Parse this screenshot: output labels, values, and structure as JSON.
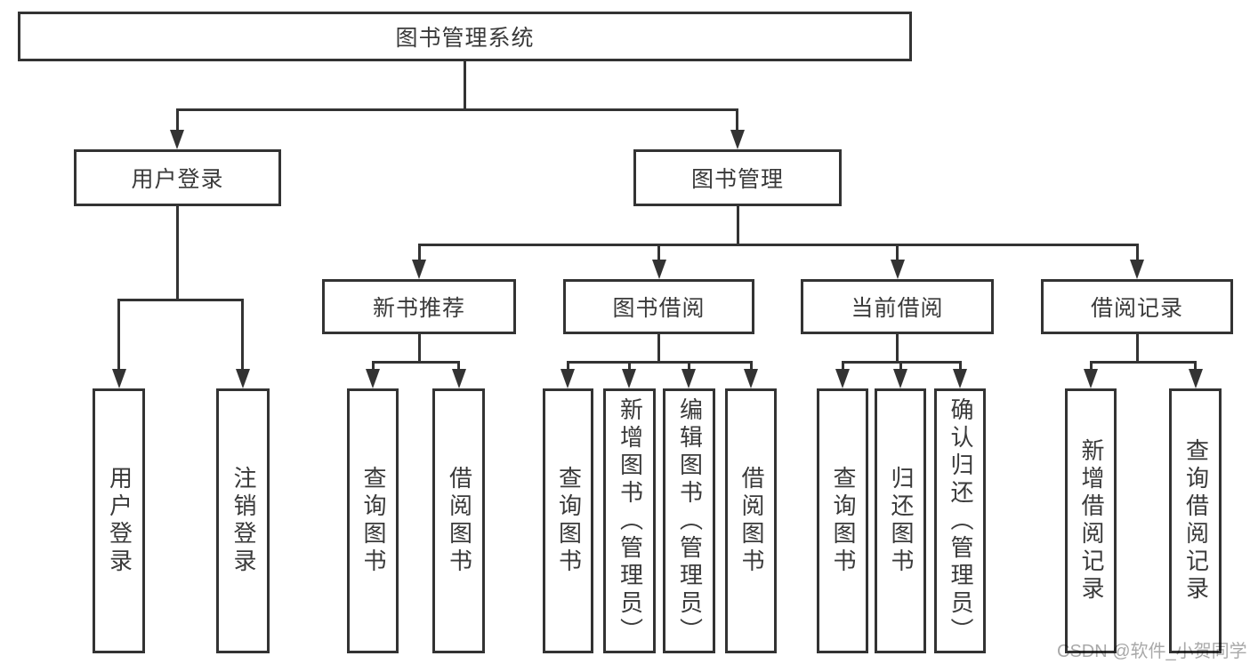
{
  "colors": {
    "line": "#333333",
    "border": "#333333",
    "text": "#3a3a3a",
    "watermark": "#a9a9a9",
    "background": "#ffffff"
  },
  "tree": {
    "root": {
      "label": "图书管理系统"
    },
    "branches": [
      {
        "label": "用户登录",
        "children": [
          {
            "label": "用户登录"
          },
          {
            "label": "注销登录"
          }
        ]
      },
      {
        "label": "图书管理",
        "children": [
          {
            "label": "新书推荐",
            "children": [
              {
                "label": "查询图书"
              },
              {
                "label": "借阅图书"
              }
            ]
          },
          {
            "label": "图书借阅",
            "children": [
              {
                "label": "查询图书"
              },
              {
                "label": "新增图书（管理员）"
              },
              {
                "label": "编辑图书（管理员）"
              },
              {
                "label": "借阅图书"
              }
            ]
          },
          {
            "label": "当前借阅",
            "children": [
              {
                "label": "查询图书"
              },
              {
                "label": "归还图书"
              },
              {
                "label": "确认归还（管理员）"
              }
            ]
          },
          {
            "label": "借阅记录",
            "children": [
              {
                "label": "新增借阅记录"
              },
              {
                "label": "查询借阅记录"
              }
            ]
          }
        ]
      }
    ]
  },
  "watermark": {
    "text": "CSDN @软件_小贺同学"
  }
}
